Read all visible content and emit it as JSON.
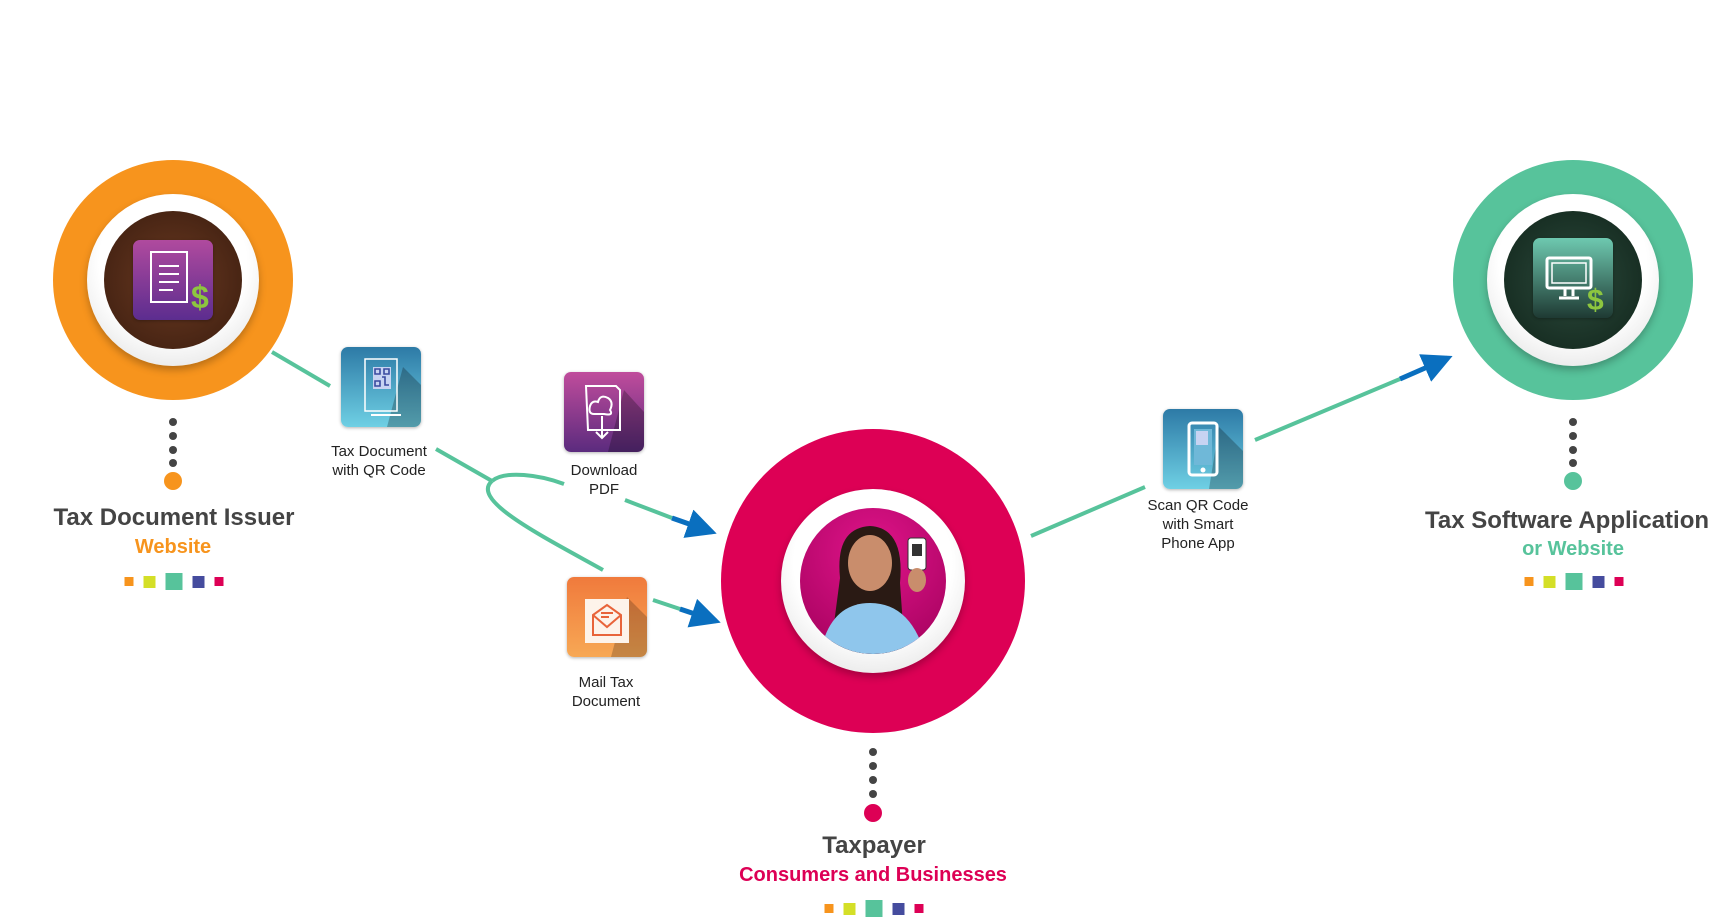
{
  "issuer": {
    "title": "Tax Document Issuer",
    "subtitle": "Website",
    "color": "#f7941d",
    "icon": "tax-document-dollar-icon"
  },
  "taxpayer": {
    "title": "Taxpayer",
    "subtitle": "Consumers and Businesses",
    "color": "#dd0055",
    "icon": "person-with-phone-photo"
  },
  "software": {
    "title": "Tax Software Application",
    "subtitle": "or Website",
    "color": "#57c39b",
    "icon": "monitor-dollar-icon"
  },
  "steps": {
    "qr_doc": {
      "label_1": "Tax Document",
      "label_2": "with QR Code",
      "icon": "qr-document-icon"
    },
    "download": {
      "label_1": "Download",
      "label_2": "PDF",
      "icon": "cloud-download-document-icon"
    },
    "mail": {
      "label_1": "Mail Tax",
      "label_2": "Document",
      "icon": "mail-envelope-icon"
    },
    "scan": {
      "label_1": "Scan QR Code",
      "label_2": "with Smart",
      "label_3": "Phone App",
      "icon": "phone-qr-icon"
    }
  },
  "palette": [
    "#f7941d",
    "#d4df27",
    "#57c39b",
    "#454c9e",
    "#dd0055"
  ],
  "colors": {
    "connector": "#57c39b",
    "arrow": "#0a6fbf"
  }
}
